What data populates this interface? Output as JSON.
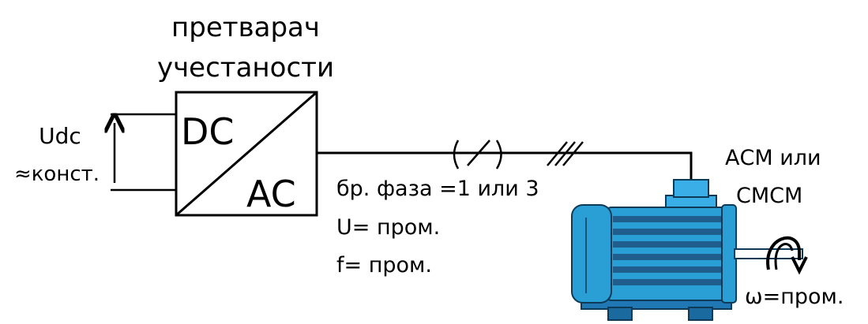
{
  "converter": {
    "title_line1": "претварач",
    "title_line2": "учестаности",
    "dc_label": "DC",
    "ac_label": "AC"
  },
  "input": {
    "voltage_label": "Udc",
    "voltage_note": "≈конст."
  },
  "line": {
    "phase_label": "бр. фаза =1 или 3",
    "voltage_label": "U= пром.",
    "frequency_label": "f= пром.",
    "single_phase_marks": 1,
    "three_phase_marks": 3
  },
  "motor": {
    "type_line1": "АСМ или",
    "type_line2": "СМСМ",
    "speed_label": "ω=пром.",
    "body_color": "#2a9fd6",
    "fin_color": "#1f5d8c"
  }
}
